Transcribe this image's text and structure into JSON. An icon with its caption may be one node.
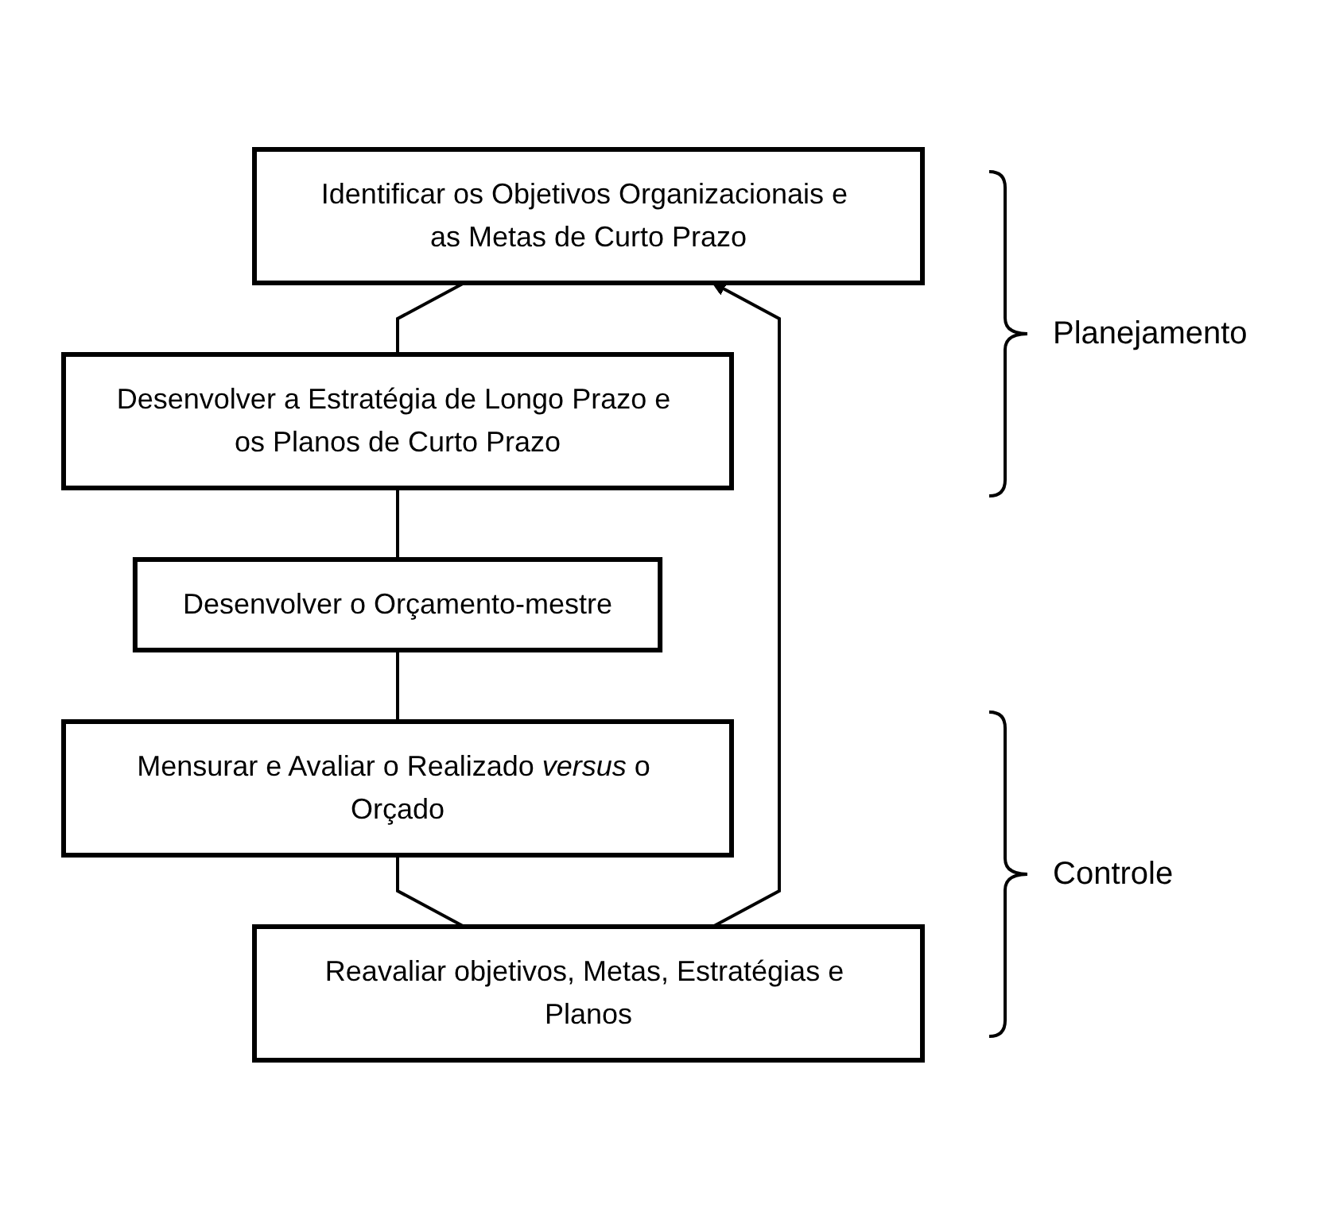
{
  "diagram": {
    "nodes": [
      {
        "text": [
          "Identificar os Objetivos Organizacionais e as Metas de Curto Prazo"
        ]
      },
      {
        "text": [
          "Desenvolver a Estratégia de Longo Prazo e os Planos de Curto Prazo"
        ]
      },
      {
        "text": [
          "Desenvolver o Orçamento-mestre"
        ]
      },
      {
        "text": [
          "Mensurar e Avaliar o Realizado *versus* o Orçado"
        ]
      },
      {
        "text": [
          "Reavaliar objetivos, Metas, Estratégias e Planos"
        ]
      }
    ],
    "edges": [
      {
        "from": 0,
        "to": 1,
        "arrow": "none"
      },
      {
        "from": 1,
        "to": 2,
        "arrow": "none"
      },
      {
        "from": 2,
        "to": 3,
        "arrow": "none"
      },
      {
        "from": 3,
        "to": 4,
        "arrow": "none"
      },
      {
        "from": 4,
        "to": 0,
        "arrow": "to"
      }
    ],
    "labels": [
      "Planejamento",
      "Controle"
    ]
  }
}
